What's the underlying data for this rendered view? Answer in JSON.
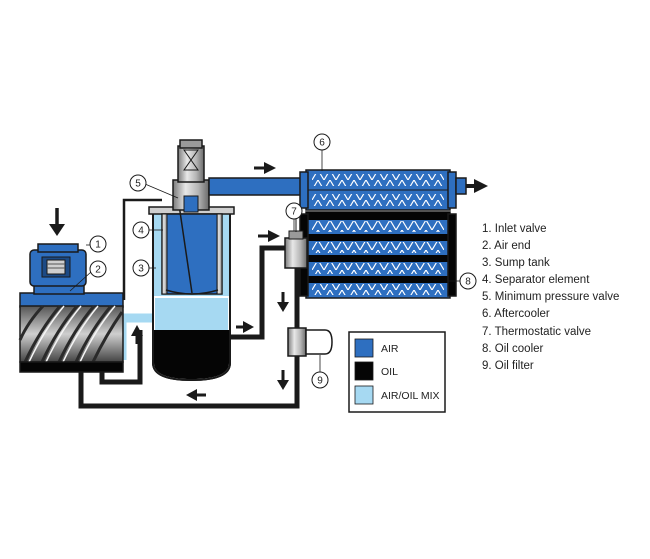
{
  "callouts": [
    "1",
    "2",
    "3",
    "4",
    "5",
    "6",
    "7",
    "8",
    "9"
  ],
  "parts": [
    "1. Inlet valve",
    "2. Air end",
    "3. Sump tank",
    "4. Separator element",
    "5. Minimum pressure valve",
    "6. Aftercooler",
    "7. Thermostatic valve",
    "8. Oil cooler",
    "9. Oil filter"
  ],
  "legend": [
    {
      "label": "AIR",
      "color": "#2e6fc0"
    },
    {
      "label": "OIL",
      "color": "#050505"
    },
    {
      "label": "AIR/OIL MIX",
      "color": "#a6d9f2"
    }
  ],
  "colors": {
    "air": "#2e6fc0",
    "oil": "#050505",
    "mix": "#a6d9f2",
    "line": "#1a1a1a"
  }
}
